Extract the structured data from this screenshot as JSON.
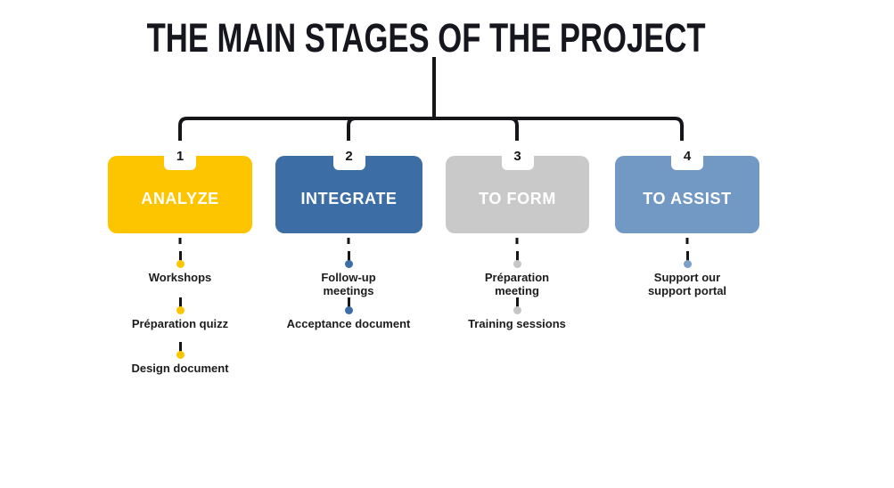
{
  "title": "THE MAIN STAGES OF THE PROJECT",
  "colors": {
    "stage_yellow": "#fdc500",
    "stage_dark_blue": "#3c6da4",
    "stage_gray": "#c9c9c9",
    "stage_light_blue": "#7298c4",
    "connector_line": "#15151a",
    "item_text": "#1c1c1c",
    "background": "#ffffff"
  },
  "stages": [
    {
      "number": "1",
      "label": "ANALYZE",
      "color": "#fdc500",
      "items": [
        "Workshops",
        "Préparation quizz",
        "Design document"
      ]
    },
    {
      "number": "2",
      "label": "INTEGRATE",
      "color": "#3c6da4",
      "items": [
        "Follow-up\nmeetings",
        "Acceptance document"
      ]
    },
    {
      "number": "3",
      "label": "TO FORM",
      "color": "#c9c9c9",
      "items": [
        "Préparation\nmeeting",
        "Training sessions"
      ]
    },
    {
      "number": "4",
      "label": "TO ASSIST",
      "color": "#7298c4",
      "items": [
        "Support our\nsupport portal"
      ]
    }
  ]
}
